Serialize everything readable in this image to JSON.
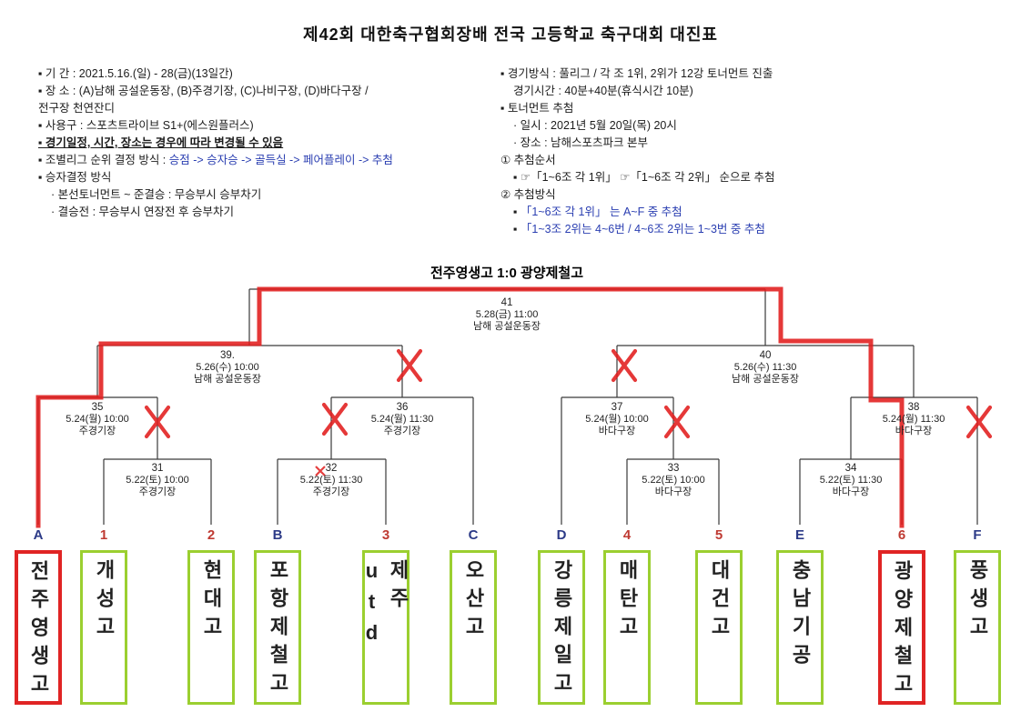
{
  "title": "제42회 대한축구협회장배 전국 고등학교 축구대회 대진표",
  "info_left": [
    {
      "t": "▪ 기  간 : 2021.5.16.(일) - 28(금)(13일간)"
    },
    {
      "t": "▪ 장  소 : (A)남해 공설운동장, (B)주경기장, (C)나비구장, (D)바다구장 /"
    },
    {
      "t": "전구장 천연잔디"
    },
    {
      "t": "▪ 사용구 : 스포츠트라이브 S1+(에스원플러스)"
    },
    {
      "t": "▪ 경기일정, 시간, 장소는 경우에 따라 변경될 수 있음"
    },
    {
      "t": "▪ 조별리그 순위 결정 방식 : ",
      "blue": "승점 -> 승자승 -> 골득실 -> 페어플레이 -> 추첨"
    },
    {
      "t": "▪ 승자결정 방식"
    },
    {
      "t": "· 본선토너먼트 ~ 준결승 : 무승부시 승부차기"
    },
    {
      "t": "· 결승전 : 무승부시 연장전 후 승부차기"
    }
  ],
  "info_right": [
    {
      "t": "▪ 경기방식 : 풀리그 / 각 조 1위, 2위가 12강 토너먼트 진출"
    },
    {
      "t": "경기시간 : 40분+40분(휴식시간 10분)"
    },
    {
      "t": "▪ 토너먼트 추첨"
    },
    {
      "t": "· 일시 : 2021년 5월 20일(목) 20시"
    },
    {
      "t": "· 장소 : 남해스포츠파크 본부"
    },
    {
      "t": "① 추첨순서"
    },
    {
      "t": "▪ ☞「1~6조 각 1위」  ☞「1~6조 각 2위」 순으로 추첨"
    },
    {
      "t": "② 추첨방식"
    },
    {
      "t": "▪ ",
      "blue": "「1~6조 각 1위」 는 A~F 중 추첨"
    },
    {
      "t": "▪ ",
      "blue": "「1~3조 2위는 4~6번 / 4~6조 2위는 1~3번 중 추첨"
    }
  ],
  "bracket": {
    "result": "전주영생고 1:0 광양제철고",
    "matches": [
      {
        "id": "31",
        "dt": "5.22(토) 10:00",
        "venue": "주경기장"
      },
      {
        "id": "32",
        "dt": "5.22(토) 11:30",
        "venue": "주경기장"
      },
      {
        "id": "33",
        "dt": "5.22(토) 10:00",
        "venue": "바다구장"
      },
      {
        "id": "34",
        "dt": "5.22(토) 11:30",
        "venue": "바다구장"
      },
      {
        "id": "35",
        "dt": "5.24(월) 10:00",
        "venue": "주경기장"
      },
      {
        "id": "36",
        "dt": "5.24(월) 11:30",
        "venue": "주경기장"
      },
      {
        "id": "37",
        "dt": "5.24(월) 10:00",
        "venue": "바다구장"
      },
      {
        "id": "38",
        "dt": "5.24(월) 11:30",
        "venue": "바다구장"
      },
      {
        "id": "39.",
        "dt": "5.26(수) 10:00",
        "venue": "남해 공설운동장"
      },
      {
        "id": "40",
        "dt": "5.26(수) 11:30",
        "venue": "남해 공설운동장"
      },
      {
        "id": "41",
        "dt": "5.28(금) 11:00",
        "venue": "남해 공설운동장"
      }
    ]
  },
  "teams": [
    {
      "slot": "A",
      "name": "전주영생고",
      "box": "red"
    },
    {
      "slot": "1",
      "name": "개성고",
      "box": "green"
    },
    {
      "slot": "2",
      "name": "현대고",
      "box": "green"
    },
    {
      "slot": "B",
      "name": "포항제철고",
      "box": "green"
    },
    {
      "slot": "3",
      "name": "제주utd",
      "box": "green"
    },
    {
      "slot": "C",
      "name": "오산고",
      "box": "green"
    },
    {
      "slot": "D",
      "name": "강릉제일고",
      "box": "green"
    },
    {
      "slot": "4",
      "name": "매탄고",
      "box": "green"
    },
    {
      "slot": "5",
      "name": "대건고",
      "box": "green"
    },
    {
      "slot": "E",
      "name": "충남기공",
      "box": "green"
    },
    {
      "slot": "6",
      "name": "광양제철고",
      "box": "red"
    },
    {
      "slot": "F",
      "name": "풍생고",
      "box": "green"
    }
  ],
  "colors": {
    "winner_red": "#e11d1d",
    "red_box": "#e02424",
    "green_box": "#9bcf30",
    "blue_text": "#2a3eb1",
    "letter_slot": "#2c3a87",
    "number_slot": "#bf3a32"
  }
}
